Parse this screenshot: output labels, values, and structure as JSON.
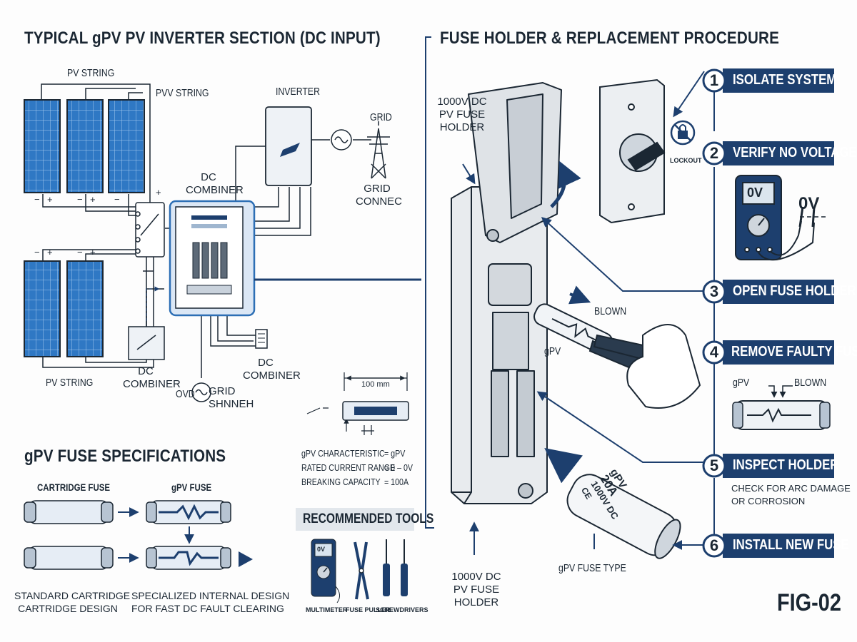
{
  "left": {
    "title": "TYPICAL gPV PV INVERTER SECTION (DC INPUT)",
    "pv_string_top": "PV STRING",
    "pvv_string": "PVV STRING",
    "pv_string_bottom": "PV STRING",
    "inverter": "INVERTER",
    "grid": "GRID",
    "grid_connec": "GRID\nCONNEC",
    "dc_combiner_main": "DC\nCOMBINER",
    "dc_combiner_left": "DC\nCOMBINER",
    "dc_combiner_right": "DC\nCOMBINER",
    "ovd": "OVD",
    "grid_shnneh": "GRID\nSHNNEH",
    "plus": "+",
    "minus": "−"
  },
  "specs": {
    "title": "gPV FUSE SPECIFICATIONS",
    "cartridge_fuse": "CARTRIDGE FUSE",
    "gpv_fuse": "gPV FUSE",
    "standard": "STANDARD CARTRIDGE\nCARTRIDGE DESIGN",
    "specialized": "SPECIALIZED INTERNAL DESIGN\nFOR FAST DC FAULT CLEARING"
  },
  "dimension": {
    "length": "100 mm",
    "rows": [
      {
        "label": "gPV CHARACTERISTIC",
        "value": "= gPV"
      },
      {
        "label": "RATED CURRENT RANGE",
        "value": "= 0 – 0V"
      },
      {
        "label": "BREAKING CAPACITY",
        "value": "= 100A"
      }
    ]
  },
  "tools": {
    "title": "RECOMMENDED TOOLS",
    "multimeter_screen": "0V",
    "items": [
      "MULTIMETER",
      "FUSE PULLER",
      "SCREWDRIVERS"
    ]
  },
  "procedure": {
    "title": "FUSE HOLDER & REPLACEMENT PROCEDURE",
    "holder_top": "1000V DC\nPV FUSE\nHOLDER",
    "holder_bottom": "1000V DC\nPV FUSE\nHOLDER",
    "blown": "BLOWN",
    "gpv": "gPV",
    "lockout": "LOCKOUT",
    "meter_screen": "0V",
    "meter_reading": "0V",
    "detail_gpv": "gPV",
    "detail_blown": "BLOWN",
    "inspect_note": "CHECK FOR ARC DAMAGE\nOR CORROSION",
    "fuse_type": "gPV FUSE TYPE",
    "fuse_print_brand": "gPV",
    "fuse_print_rating": "20A",
    "fuse_print_voltage": "1000V DC",
    "fuse_print_mark": "CE",
    "steps": [
      {
        "num": "1",
        "label": "ISOLATE SYSTEM"
      },
      {
        "num": "2",
        "label": "VERIFY NO VOLTAGE"
      },
      {
        "num": "3",
        "label": "OPEN FUSE HOLDER"
      },
      {
        "num": "4",
        "label": "REMOVE FAULTY FUSE"
      },
      {
        "num": "5",
        "label": "INSPECT HOLDER"
      },
      {
        "num": "6",
        "label": "INSTALL NEW FUSE"
      }
    ]
  },
  "figure_label": "FIG-02",
  "colors": {
    "navy": "#1d3f6e",
    "panel": "#2d6fb5",
    "line": "#1b2733"
  }
}
